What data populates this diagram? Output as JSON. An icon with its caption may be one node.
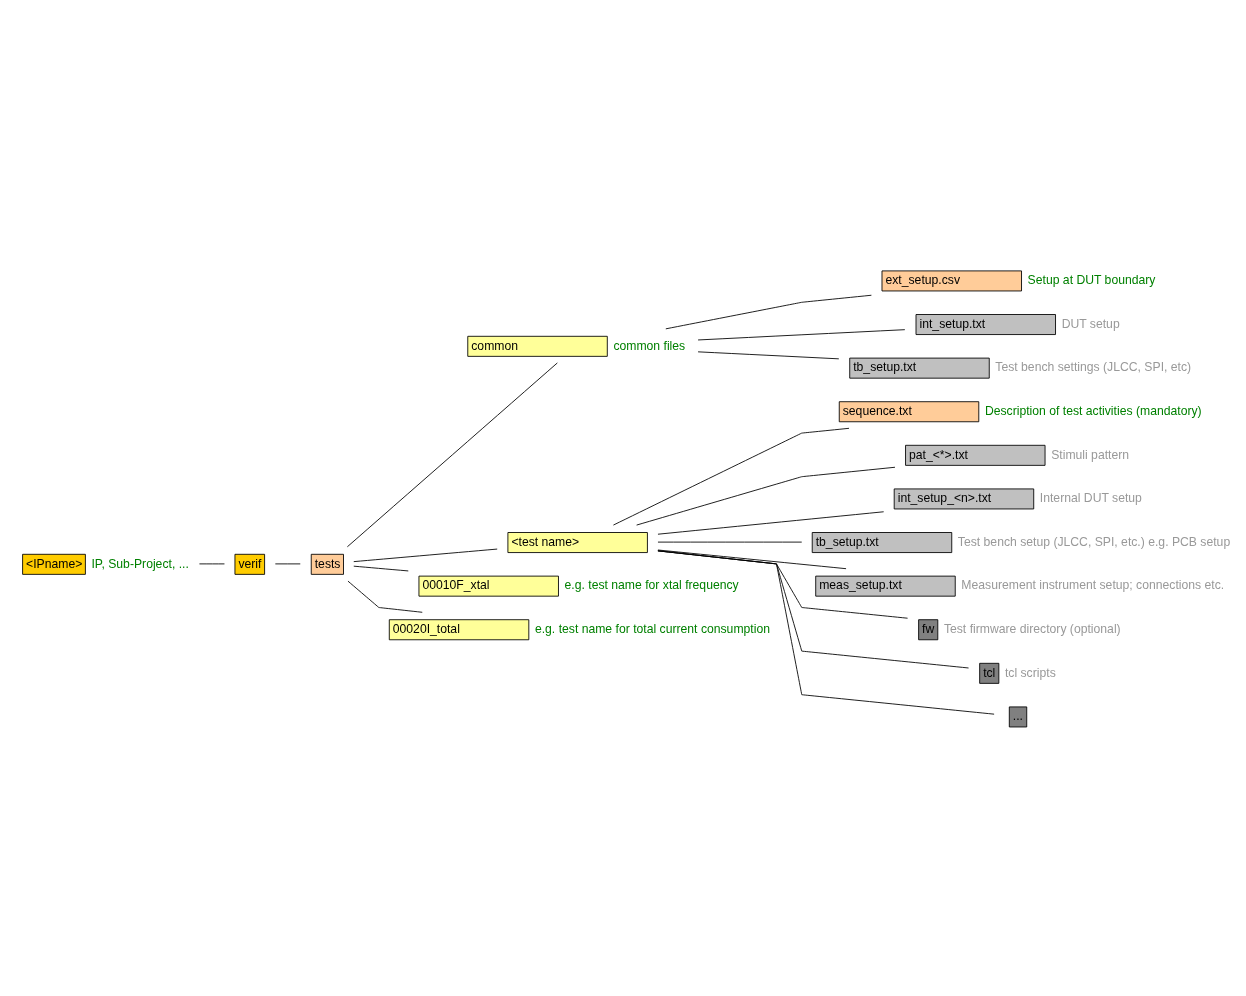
{
  "diagram": {
    "nodes": [
      {
        "text": [
          "<IPname>"
        ],
        "beside": [
          "IP, Sub-Project, ..."
        ]
      },
      {
        "text": [
          "verif"
        ]
      },
      {
        "text": [
          "tests"
        ]
      },
      {
        "text": [
          "common"
        ],
        "beside": [
          "common files"
        ]
      },
      {
        "text": [
          "ext_setup.csv"
        ],
        "beside": [
          "Setup at DUT boundary"
        ]
      },
      {
        "text": [
          "int_setup.txt"
        ],
        "beside": [
          "DUT setup"
        ]
      },
      {
        "text": [
          "tb_setup.txt"
        ],
        "beside": [
          "Test bench settings (JLCC, SPI, etc)"
        ]
      },
      {
        "text": [
          "<test name>"
        ]
      },
      {
        "text": [
          "sequence.txt"
        ],
        "beside": [
          "Description of test activities (mandatory)"
        ]
      },
      {
        "text": [
          "pat_<*>.txt"
        ],
        "beside": [
          "Stimuli pattern"
        ]
      },
      {
        "text": [
          "int_setup_<n>.txt"
        ],
        "beside": [
          "Internal DUT setup"
        ]
      },
      {
        "text": [
          "tb_setup.txt"
        ],
        "beside": [
          "Test bench setup (JLCC, SPI, etc.) e.g. PCB setup"
        ]
      },
      {
        "text": [
          "meas_setup.txt"
        ],
        "beside": [
          "Measurement instrument setup; connections etc."
        ]
      },
      {
        "text": [
          "fw"
        ],
        "beside": [
          "Test firmware directory (optional)"
        ]
      },
      {
        "text": [
          "tcl"
        ],
        "beside": [
          "tcl scripts"
        ]
      },
      {
        "text": [
          "..."
        ]
      },
      {
        "text": [
          "00010F_xtal"
        ],
        "beside": [
          "e.g. test name for xtal frequency"
        ]
      },
      {
        "text": [
          "00020I_total"
        ],
        "beside": [
          "e.g. test name for total current consumption"
        ]
      }
    ],
    "edges": [
      {
        "from": 0,
        "to": 1,
        "arrow": "none"
      },
      {
        "from": 1,
        "to": 2,
        "arrow": "none"
      },
      {
        "from": 2,
        "to": 3,
        "arrow": "none"
      },
      {
        "from": 3,
        "to": 4,
        "arrow": "none"
      },
      {
        "from": 3,
        "to": 5,
        "arrow": "none"
      },
      {
        "from": 3,
        "to": 6,
        "arrow": "none"
      },
      {
        "from": 2,
        "to": 7,
        "arrow": "none"
      },
      {
        "from": 7,
        "to": 8,
        "arrow": "none"
      },
      {
        "from": 7,
        "to": 9,
        "arrow": "none"
      },
      {
        "from": 7,
        "to": 10,
        "arrow": "none"
      },
      {
        "from": 7,
        "to": 11,
        "arrow": "none"
      },
      {
        "from": 7,
        "to": 12,
        "arrow": "none"
      },
      {
        "from": 7,
        "to": 13,
        "arrow": "none"
      },
      {
        "from": 7,
        "to": 14,
        "arrow": "none"
      },
      {
        "from": 7,
        "to": 15,
        "arrow": "none"
      },
      {
        "from": 2,
        "to": 16,
        "arrow": "none"
      },
      {
        "from": 2,
        "to": 17,
        "arrow": "none"
      }
    ]
  }
}
